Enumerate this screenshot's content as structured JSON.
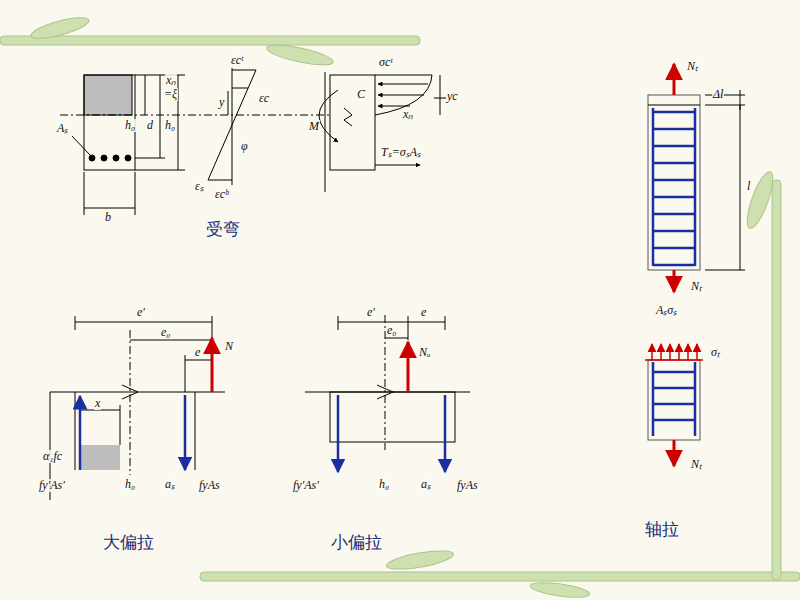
{
  "diagram": {
    "labels": [
      "xₙ",
      "=ξ",
      "h₀",
      "d",
      "h₀",
      "Aₛ",
      "b",
      "εcᵗ",
      "εc",
      "y",
      "φ",
      "εₛ",
      "εcᵇ",
      "σcᵗ",
      "yc",
      "C",
      "xₙ",
      "M",
      "Tₛ=σₛAₛ",
      "受弯",
      "e'",
      "e₀",
      "N",
      "e",
      "x",
      "α₁fc",
      "fy'As'",
      "h₀",
      "aₛ",
      "fyAs",
      "大偏拉",
      "e'",
      "e₀",
      "e",
      "Nᵤ",
      "fy'As'",
      "h₀",
      "aₛ",
      "fyAs",
      "小偏拉",
      "Nₜ",
      "Δl",
      "l",
      "Nₜ",
      "Aₛσₛ",
      "σₜ",
      "Nₜ",
      "轴拉"
    ]
  }
}
